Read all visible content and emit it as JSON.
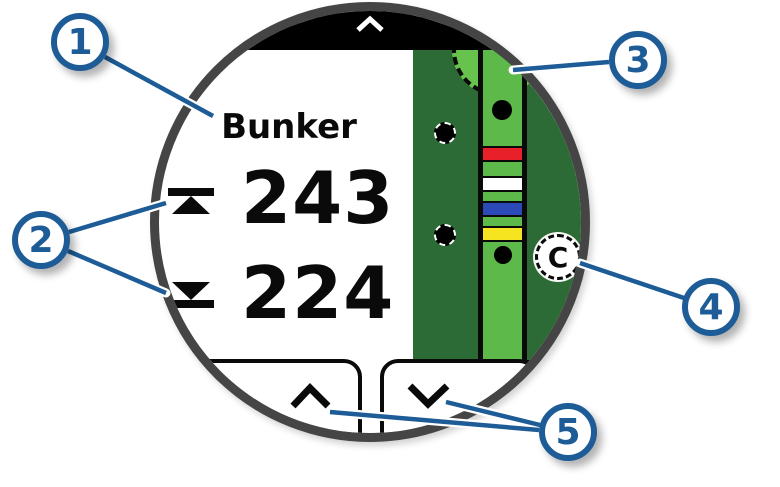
{
  "colors": {
    "accent_blue": "#1d5c96",
    "watch_ring": "#454545",
    "rough_green": "#2c6b35",
    "fairway_green": "#5db94a",
    "putting_green": "#68c24e"
  },
  "watch": {
    "top_nav_icon": "chevron-up-icon",
    "hazard_name": "Bunker",
    "distance_to_back": "243",
    "distance_to_back_icon": "distance-to-back-icon",
    "distance_to_front": "224",
    "distance_to_front_icon": "distance-to-front-icon",
    "map": {
      "green_shape": "putting-green",
      "cup_label": "C",
      "hazard_dot_count": 4,
      "layup_bands": [
        {
          "name": "red",
          "color": "#e8202a"
        },
        {
          "name": "white",
          "color": "#ffffff"
        },
        {
          "name": "blue",
          "color": "#2b4ab8"
        },
        {
          "name": "yellow",
          "color": "#f6e420"
        }
      ]
    },
    "bottom_nav": {
      "up_icon": "chevron-up-icon",
      "down_icon": "chevron-down-icon"
    }
  },
  "callouts": [
    {
      "label": "1",
      "points_to": "hazard-name"
    },
    {
      "label": "2",
      "points_to": "distance-values"
    },
    {
      "label": "3",
      "points_to": "putting-green"
    },
    {
      "label": "4",
      "points_to": "cup-marker"
    },
    {
      "label": "5",
      "points_to": "scroll-buttons"
    }
  ]
}
